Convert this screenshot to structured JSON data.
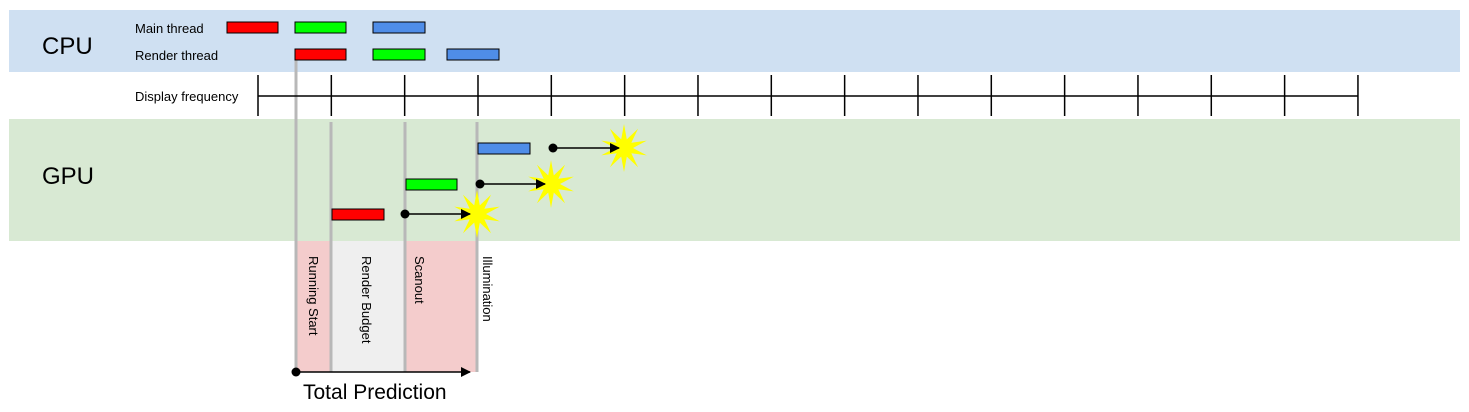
{
  "colors": {
    "cpu_band": "#cfe0f2",
    "gpu_band": "#d8e9d3",
    "red": "#ff0000",
    "green": "#00ff00",
    "blue": "#4f8de8",
    "pink_band": "#f4cccc",
    "grey_band": "#efefef",
    "guide_line": "#b8b8b8",
    "burst": "#ffff00"
  },
  "cpu": {
    "label": "CPU",
    "main_thread_label": "Main thread",
    "render_thread_label": "Render thread",
    "main_thread_blocks": [
      "red",
      "green",
      "blue"
    ],
    "render_thread_blocks": [
      "red",
      "green",
      "blue"
    ]
  },
  "display": {
    "label": "Display frequency"
  },
  "gpu": {
    "label": "GPU",
    "blocks": [
      "red",
      "green",
      "blue"
    ],
    "icon": "burst-star-icon"
  },
  "phases": [
    {
      "label": "Running Start",
      "color": "pink"
    },
    {
      "label": "Render Budget",
      "color": "grey"
    },
    {
      "label": "Scanout",
      "color": "pink"
    },
    {
      "label": "Illumination",
      "color": "none"
    }
  ],
  "total_prediction": {
    "label": "Total Prediction"
  }
}
